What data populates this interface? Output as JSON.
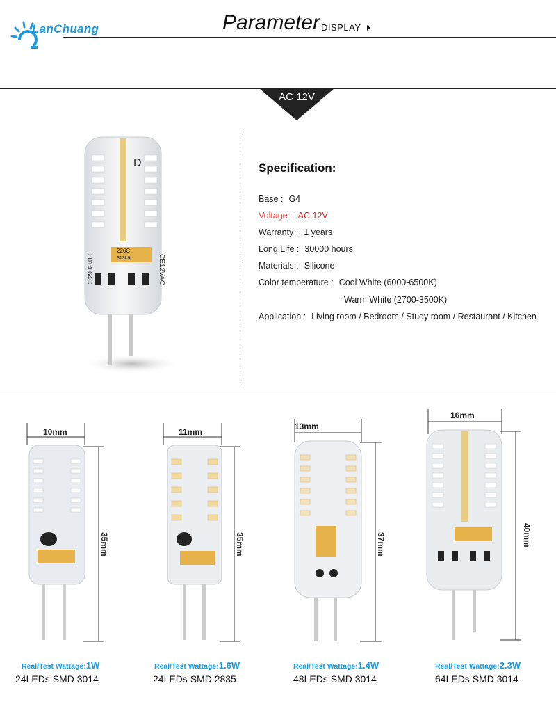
{
  "header": {
    "brand": "LanChuang",
    "title": "Parameter",
    "subtitle": "DISPLAY"
  },
  "badge": "AC 12V",
  "spec": {
    "title": "Specification:",
    "rows": [
      {
        "label": "Base :",
        "value": "G4"
      },
      {
        "label": "Voltage :",
        "value": "AC 12V"
      },
      {
        "label": "Warranty :",
        "value": "1 years"
      },
      {
        "label": "Long Life :",
        "value": "30000 hours"
      },
      {
        "label": "Materials :",
        "value": "Silicone"
      },
      {
        "label": "Color temperature :",
        "value": "Cool White (6000-6500K)"
      },
      {
        "label": "",
        "value": "Warm White (2700-3500K)"
      },
      {
        "label": "Application :",
        "value": "Living room / Bedroom / Study room / Restaurant / Kitchen"
      }
    ]
  },
  "bulb_print": {
    "d": "D",
    "cap": "226C",
    "code": "313L9",
    "left": "3014 64C",
    "right": "CE12VAC"
  },
  "products": [
    {
      "width": "10mm",
      "height": "35mm",
      "watt_label": "Real/Test Wattage:",
      "watt": "1W",
      "leds": "24LEDs  SMD 3014"
    },
    {
      "width": "11mm",
      "height": "35mm",
      "watt_label": "Real/Test Wattage:",
      "watt": "1.6W",
      "leds": "24LEDs  SMD 2835"
    },
    {
      "width": "13mm",
      "height": "37mm",
      "watt_label": "Real/Test Wattage:",
      "watt": "1.4W",
      "leds": "48LEDs  SMD 3014"
    },
    {
      "width": "16mm",
      "height": "40mm",
      "watt_label": "Real/Test Wattage:",
      "watt": "2.3W",
      "leds": "64LEDs  SMD 3014"
    }
  ],
  "colors": {
    "brand_blue": "#1e9be0",
    "voltage_red": "#e02a2a"
  }
}
